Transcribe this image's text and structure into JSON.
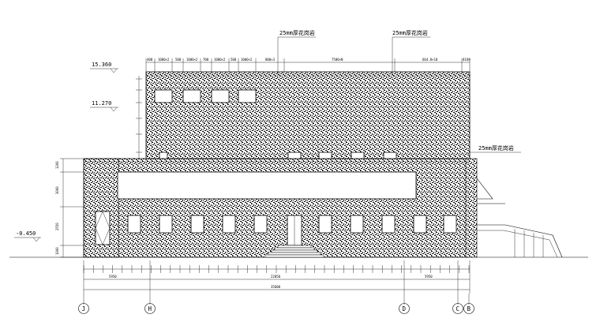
{
  "elevation_marks": [
    "15.360",
    "11.270",
    "-0.450"
  ],
  "callouts": [
    "25mm厚花岗岩",
    "25mm厚花岗岩",
    "25mm厚花岗岩"
  ],
  "top_dimensions": [
    "400",
    "1000×2",
    "500",
    "1000×2",
    "700",
    "1000×2",
    "500",
    "1000×2",
    "800×3",
    "7500×N",
    "664.8×10",
    "8169"
  ],
  "bottom_dimensions": {
    "subtotals": [
      "5950",
      "22050",
      "5950"
    ],
    "total": "35600"
  },
  "left_dimensions": [
    "1200",
    "3000",
    "2550",
    "1000"
  ],
  "grid_axes": [
    "J",
    "H",
    "D",
    "C",
    "B"
  ],
  "colors": {
    "line": "#000000",
    "stone_fill": "#9a9a9a",
    "background": "#ffffff"
  }
}
